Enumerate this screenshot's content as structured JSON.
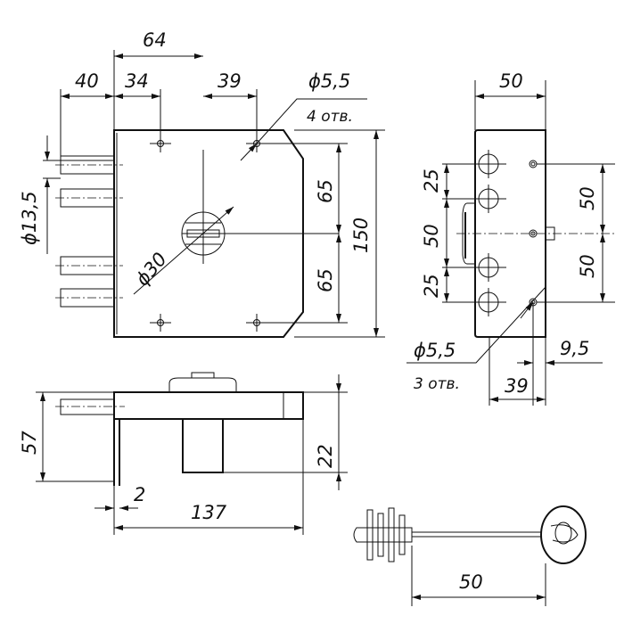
{
  "front_view": {
    "dim_64": "64",
    "dim_40": "40",
    "dim_34": "34",
    "dim_39": "39",
    "hole_dia": "ϕ5,5",
    "hole_count": "4 отв.",
    "bolt_dia": "ϕ13,5",
    "cylinder_dia": "ϕ30",
    "dim_65_top": "65",
    "dim_65_bottom": "65",
    "dim_150": "150"
  },
  "side_view": {
    "dim_50_top": "50",
    "dim_25_top": "25",
    "dim_50_mid": "50",
    "dim_25_bottom": "25",
    "dim_50_right_top": "50",
    "dim_50_right_bottom": "50",
    "hole_dia": "ϕ5,5",
    "hole_count": "3 отв.",
    "dim_9_5": "9,5",
    "dim_39": "39"
  },
  "bottom_view": {
    "dim_57": "57",
    "dim_22": "22",
    "dim_2": "2",
    "dim_137": "137"
  },
  "key": {
    "dim_50": "50"
  }
}
